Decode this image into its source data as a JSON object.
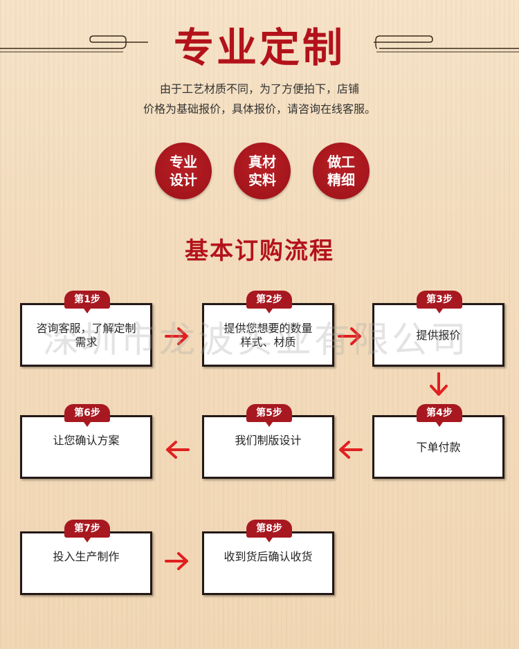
{
  "header": {
    "title": "专业定制",
    "intro_line1": "由于工艺材质不同，为了方便拍下，店铺",
    "intro_line2": "价格为基础报价，具体报价，请咨询在线客服。"
  },
  "badges": [
    {
      "line1": "专业",
      "line2": "设计"
    },
    {
      "line1": "真材",
      "line2": "实料"
    },
    {
      "line1": "做工",
      "line2": "精细"
    }
  ],
  "process": {
    "title": "基本订购流程",
    "steps": [
      {
        "tag": "第1步",
        "line1": "咨询客服，了解定制",
        "line2": "需求"
      },
      {
        "tag": "第2步",
        "line1": "提供您想要的数量",
        "line2": "样式、材质"
      },
      {
        "tag": "第3步",
        "line1": "提供报价",
        "line2": ""
      },
      {
        "tag": "第4步",
        "line1": "下单付款",
        "line2": ""
      },
      {
        "tag": "第5步",
        "line1": "我们制版设计",
        "line2": ""
      },
      {
        "tag": "第6步",
        "line1": "让您确认方案",
        "line2": ""
      },
      {
        "tag": "第7步",
        "line1": "投入生产制作",
        "line2": ""
      },
      {
        "tag": "第8步",
        "line1": "收到货后确认收货",
        "line2": ""
      }
    ]
  },
  "watermark": "深圳市龙波实业有限公司",
  "colors": {
    "accent": "#b3121b",
    "arrow": "#e02020",
    "background": "#f3dcbd"
  }
}
